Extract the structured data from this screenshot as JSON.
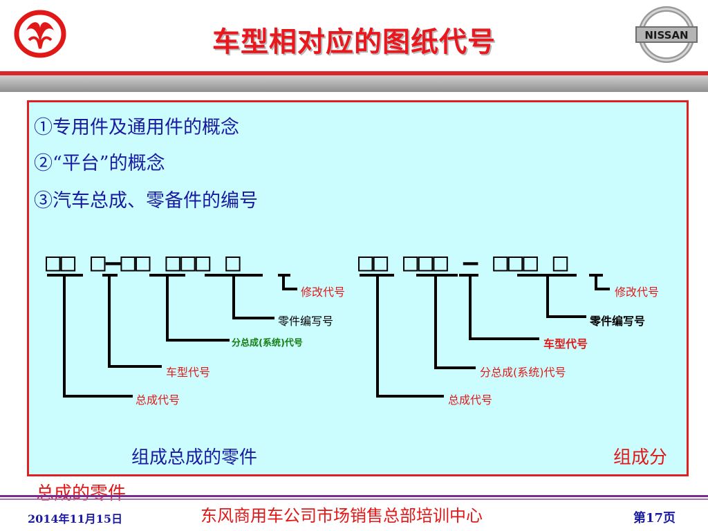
{
  "header": {
    "title": "车型相对应的图纸代号",
    "nissan_logo_text": "NISSAN"
  },
  "points": [
    "①专用件及通用件的概念",
    "②“平台”的概念",
    "③汽车总成、零备件的编号"
  ],
  "left_diagram": {
    "code": "□□ □–□□ □□□ □",
    "labels": {
      "revision": "修改代号",
      "part_no": "零件编写号",
      "sub_assembly": "分总成(系统)代号",
      "vehicle_model": "车型代号",
      "assembly": "总成代号"
    },
    "caption": "组成总成的零件"
  },
  "right_diagram": {
    "code": "□□ □□□ – □□□ □",
    "labels": {
      "revision": "修改代号",
      "part_no": "零件编写号",
      "vehicle_model": "车型代号",
      "sub_assembly": "分总成(系统)代号",
      "assembly": "总成代号"
    },
    "caption_part1": "组成分",
    "caption_part2": "总成的零件"
  },
  "footer": {
    "date": "2014年11月15日",
    "center": "东风商用车公司市场销售总部培训中心",
    "page": "第17页"
  }
}
